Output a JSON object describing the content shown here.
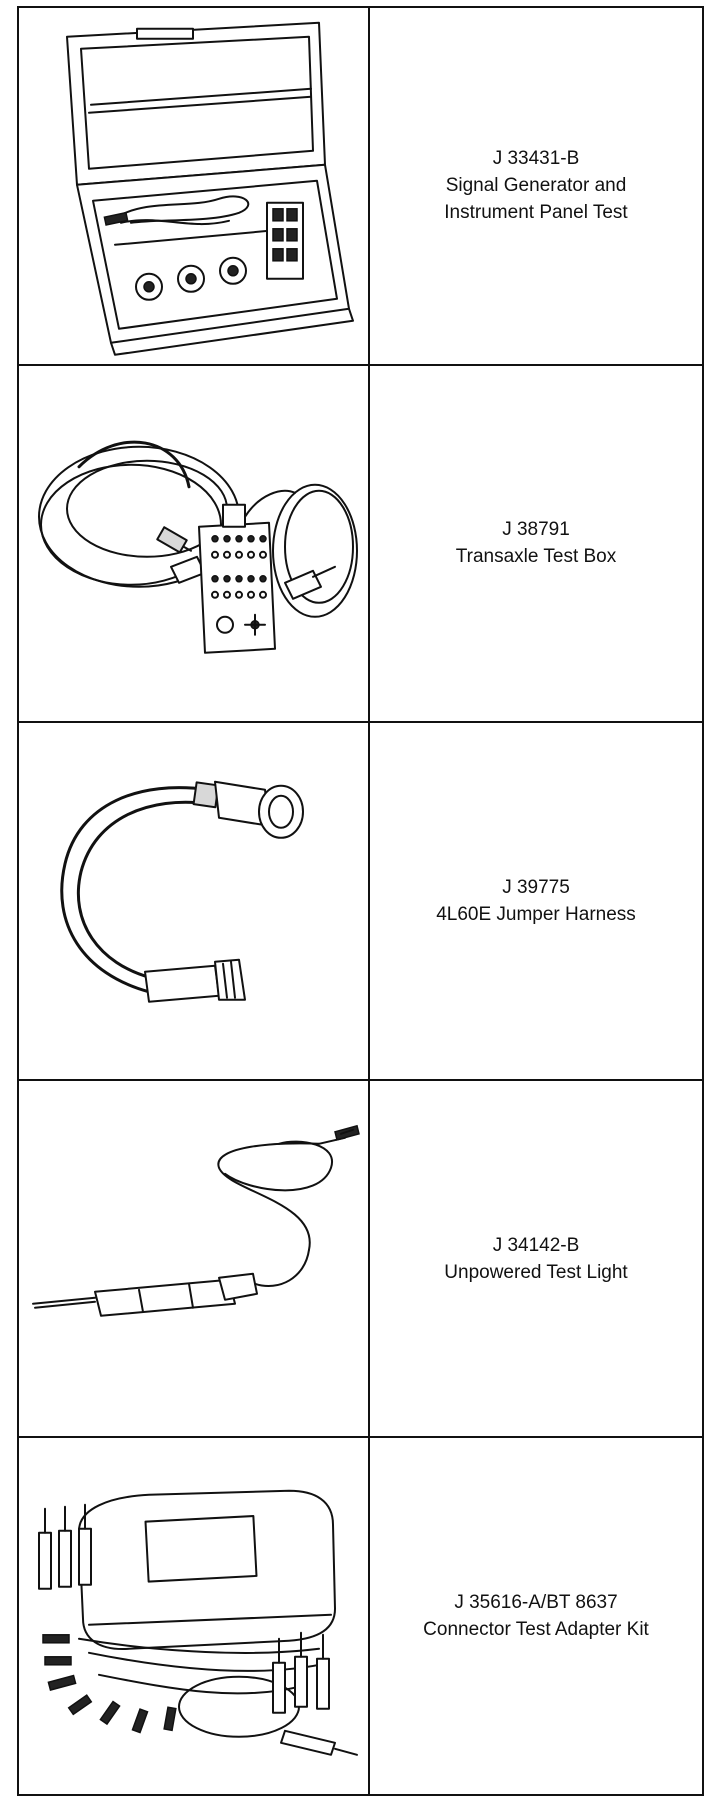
{
  "tools": [
    {
      "id": "J 33431-B",
      "description_lines": [
        "Signal Generator and",
        "Instrument Panel Test"
      ],
      "illustration_icon": "test-case-icon"
    },
    {
      "id": "J 38791",
      "description_lines": [
        "Transaxle Test Box"
      ],
      "illustration_icon": "test-box-icon"
    },
    {
      "id": "J 39775",
      "description_lines": [
        "4L60E Jumper Harness"
      ],
      "illustration_icon": "jumper-harness-icon"
    },
    {
      "id": "J 34142-B",
      "description_lines": [
        "Unpowered Test Light"
      ],
      "illustration_icon": "test-light-icon"
    },
    {
      "id": "J 35616-A/BT 8637",
      "description_lines": [
        "Connector Test Adapter Kit"
      ],
      "illustration_icon": "adapter-kit-icon"
    }
  ]
}
